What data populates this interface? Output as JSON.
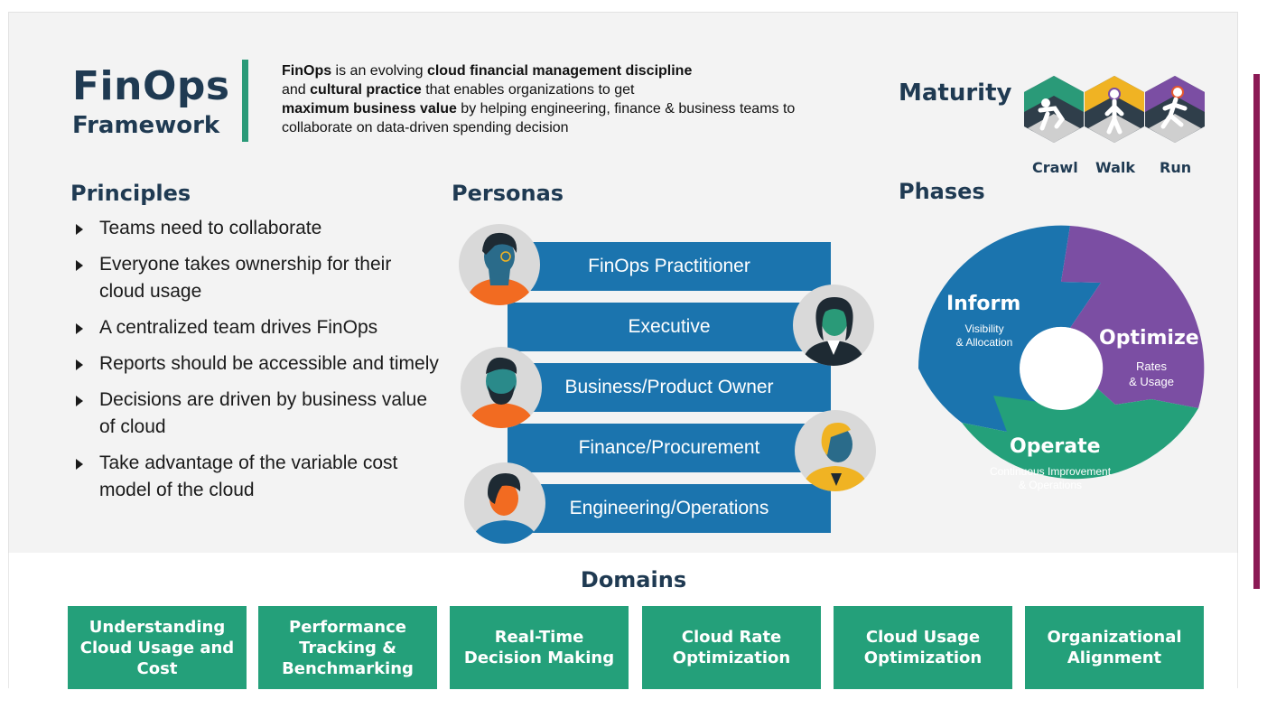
{
  "title": {
    "main": "FinOps",
    "sub": "Framework"
  },
  "intro": {
    "p1": "FinOps",
    "p2": " is an evolving ",
    "p3": "cloud financial management discipline",
    "p4": " and ",
    "p5": "cultural practice",
    "p6": " that enables organizations to get ",
    "p7": "maximum business value",
    "p8": " by helping engineering, finance & business teams to collaborate on data-driven spending decision"
  },
  "principles": {
    "heading": "Principles",
    "items": [
      "Teams need to collaborate",
      "Everyone takes ownership for their cloud usage",
      "A centralized team drives FinOps",
      "Reports should be accessible and timely",
      "Decisions are driven by business value of cloud",
      "Take advantage of the variable cost model of the cloud"
    ]
  },
  "personas": {
    "heading": "Personas",
    "items": [
      "FinOps Practitioner",
      "Executive",
      "Business/Product Owner",
      "Finance/Procurement",
      "Engineering/Operations"
    ]
  },
  "maturity": {
    "heading": "Maturity",
    "stages": [
      "Crawl",
      "Walk",
      "Run"
    ],
    "colors": [
      "#2a9a78",
      "#f0b323",
      "#7b4ea3"
    ]
  },
  "phases": {
    "heading": "Phases",
    "inform": {
      "name": "Inform",
      "l1": "Visibility",
      "l2": "& Allocation",
      "color": "#1b74ae"
    },
    "optimize": {
      "name": "Optimize",
      "l1": "Rates",
      "l2": "& Usage",
      "color": "#7b4ea3"
    },
    "operate": {
      "name": "Operate",
      "l1": "Continuous Improvement",
      "l2": "& Operations",
      "color": "#24a07a"
    }
  },
  "domains": {
    "heading": "Domains",
    "items": [
      "Understanding Cloud Usage and Cost",
      "Performance Tracking & Benchmarking",
      "Real-Time Decision Making",
      "Cloud Rate Optimization",
      "Cloud Usage Optimization",
      "Organizational Alignment"
    ]
  },
  "colors": {
    "navy": "#1f3a52",
    "blue": "#1b74ae",
    "green": "#24a07a",
    "accent": "#8b1a55"
  }
}
